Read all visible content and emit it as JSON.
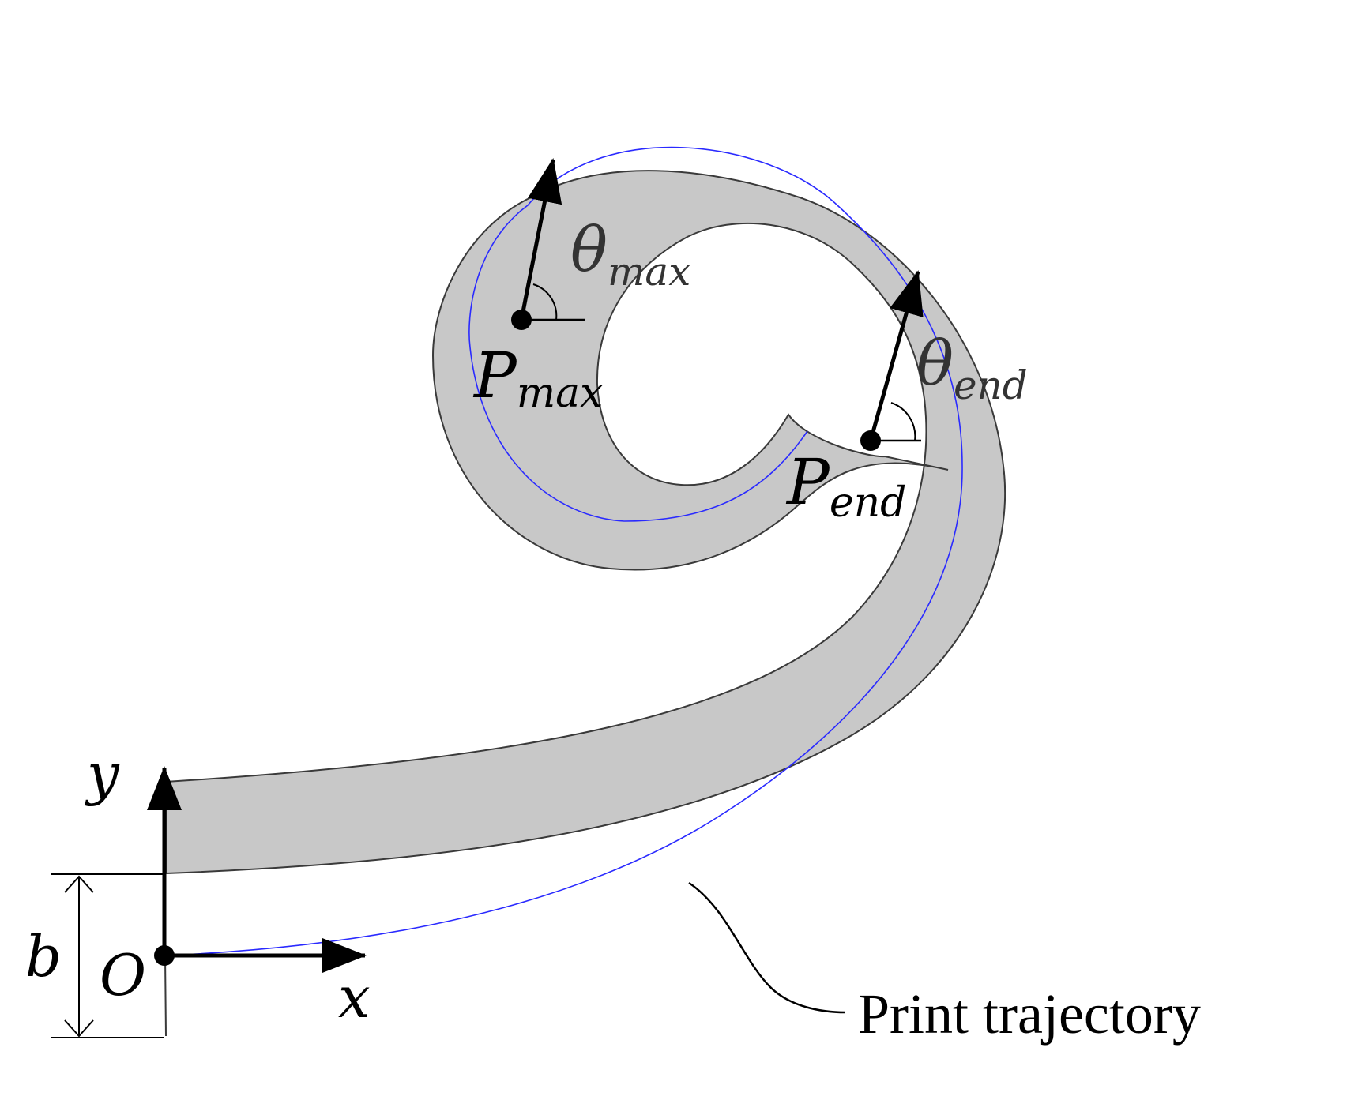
{
  "labels": {
    "theta_max": {
      "base": "θ",
      "sub": "max"
    },
    "theta_end": {
      "base": "θ",
      "sub": "end"
    },
    "p_max": {
      "base": "P",
      "sub": "max"
    },
    "p_end": {
      "base": "P",
      "sub": "end"
    },
    "axis_y": "y",
    "axis_x": "x",
    "origin": "O",
    "width": "b",
    "trajectory": "Print trajectory"
  },
  "colors": {
    "beam_fill": "#c8c8c8",
    "beam_outline": "#3a3a3a",
    "trajectory": "#2a2aff",
    "ink": "#000000",
    "greek_label": "#333333"
  }
}
